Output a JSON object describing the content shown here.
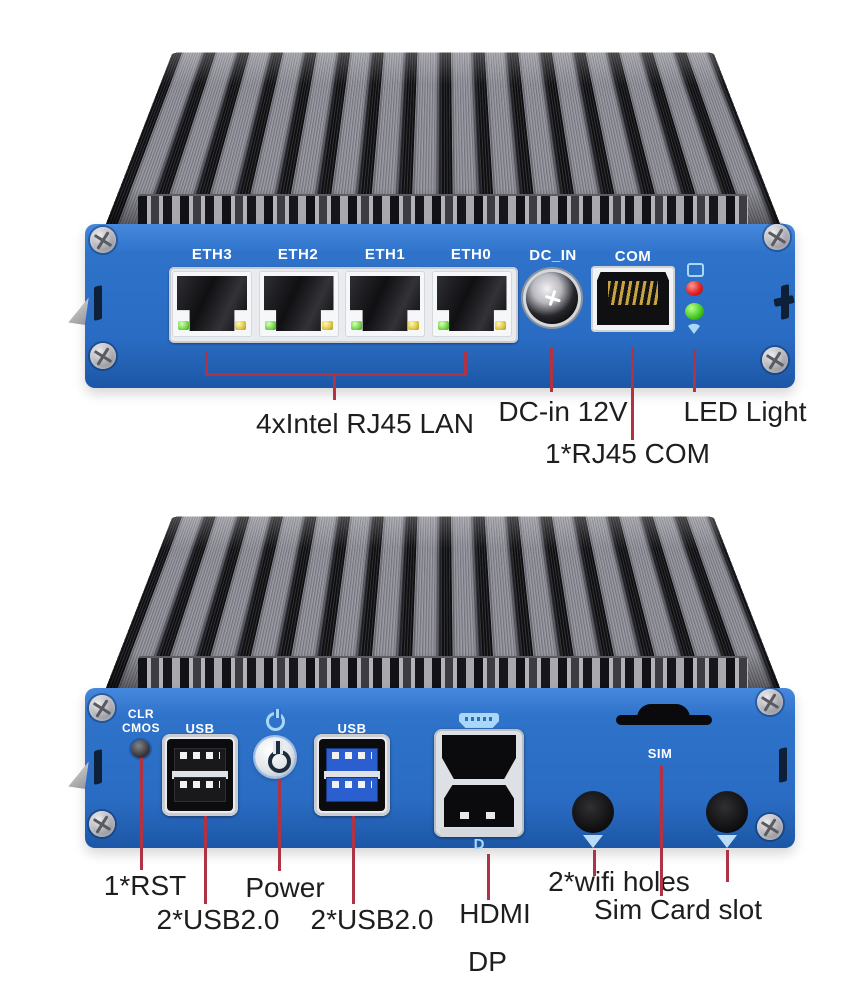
{
  "colors": {
    "panel_blue": "#2a6cc3",
    "annotation_red": "#b03245",
    "label_text": "#1e1e1e",
    "icon_light_blue": "#aad7f5",
    "led_red": "#e02424",
    "led_green": "#46cc22",
    "lan_led_green": "#7cd94e",
    "lan_led_yellow": "#e0cb45",
    "usb3_blue": "#2b5fd0",
    "com_pin_gold": "#c9a33e"
  },
  "front_view": {
    "eth_labels": [
      "ETH3",
      "ETH2",
      "ETH1",
      "ETH0"
    ],
    "dc_in_label": "DC_IN",
    "com_label": "COM",
    "annotations": {
      "lan": "4xIntel RJ45 LAN",
      "dc": "DC-in 12V",
      "com": "1*RJ45 COM",
      "led": "LED Light"
    },
    "icons": {
      "hdd_led": "hdd-activity-rect",
      "wifi_led": "wifi-fan",
      "dc_star": "four-point-star"
    }
  },
  "rear_view": {
    "clr_cmos_label": "CLR CMOS",
    "usb2_label": "USB",
    "usb3_label": "USB",
    "sim_label": "SIM",
    "dp_logo": "D",
    "annotations": {
      "rst": "1*RST",
      "power": "Power",
      "usb2": "2*USB2.0",
      "usb3": "2*USB2.0",
      "hdmi": "HDMI",
      "dp": "DP",
      "wifi": "2*wifi holes",
      "sim": "Sim Card slot"
    },
    "icons": {
      "power": "standby-symbol",
      "hdmi": "hdmi-connector",
      "sim_slot": "sim-tray-slot",
      "wifi_hole": "antenna-hole",
      "wifi_mark": "wifi-triangle"
    }
  }
}
